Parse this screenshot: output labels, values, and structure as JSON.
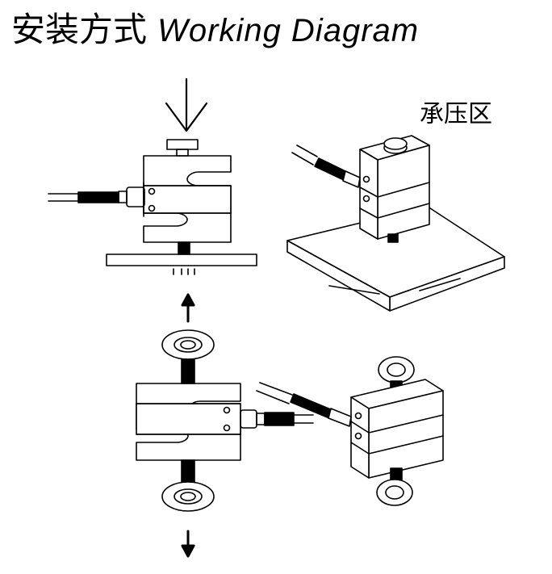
{
  "title": {
    "chinese": "安装方式",
    "english": "Working Diagram"
  },
  "labels": {
    "compression_zone": "承压区"
  },
  "colors": {
    "line": "#000000",
    "background": "#ffffff"
  },
  "diagram": {
    "sections": [
      {
        "name": "compression",
        "views": [
          "front-view",
          "isometric-view-on-plate"
        ],
        "force_arrow": "down"
      },
      {
        "name": "tension",
        "views": [
          "front-view",
          "isometric-view-with-rod-ends"
        ],
        "force_arrows": [
          "up",
          "down"
        ]
      }
    ],
    "icons": [
      "load-arrow-down-icon",
      "tension-arrow-up-icon",
      "tension-arrow-down-icon"
    ]
  }
}
